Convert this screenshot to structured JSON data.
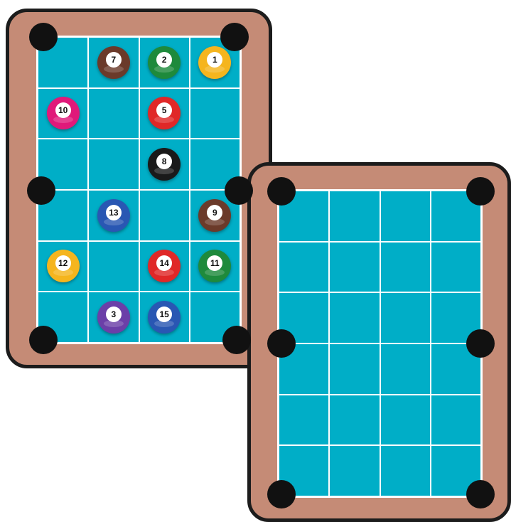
{
  "left_table": {
    "rows": [
      [
        null,
        {
          "number": "7",
          "color": "#6b3a2a"
        },
        {
          "number": "2",
          "color": "#1e8a3c"
        },
        {
          "number": "1",
          "color": "#f5b51e"
        }
      ],
      [
        {
          "number": "10",
          "color": "#e0197a"
        },
        null,
        {
          "number": "5",
          "color": "#e02828"
        },
        null
      ],
      [
        null,
        null,
        {
          "number": "8",
          "color": "#1a1a1a"
        },
        null
      ],
      [
        null,
        {
          "number": "13",
          "color": "#2957b3"
        },
        null,
        {
          "number": "9",
          "color": "#6b3a2a"
        }
      ],
      [
        {
          "number": "12",
          "color": "#f5b51e"
        },
        null,
        {
          "number": "14",
          "color": "#e02828"
        },
        {
          "number": "11",
          "color": "#1e8a3c"
        }
      ],
      [
        null,
        {
          "number": "3",
          "color": "#6b3fa8"
        },
        {
          "number": "15",
          "color": "#2957b3"
        },
        null
      ]
    ]
  },
  "right_table": {
    "rows": [
      [
        null,
        null,
        null,
        null
      ],
      [
        null,
        null,
        null,
        null
      ],
      [
        null,
        null,
        null,
        null
      ],
      [
        null,
        null,
        null,
        null
      ],
      [
        null,
        null,
        null,
        null
      ],
      [
        null,
        null,
        null,
        null
      ]
    ]
  },
  "colors": {
    "rail": "#c58b76",
    "felt": "#00aec7",
    "pocket": "#111111",
    "grid_line": "#ffffff"
  }
}
